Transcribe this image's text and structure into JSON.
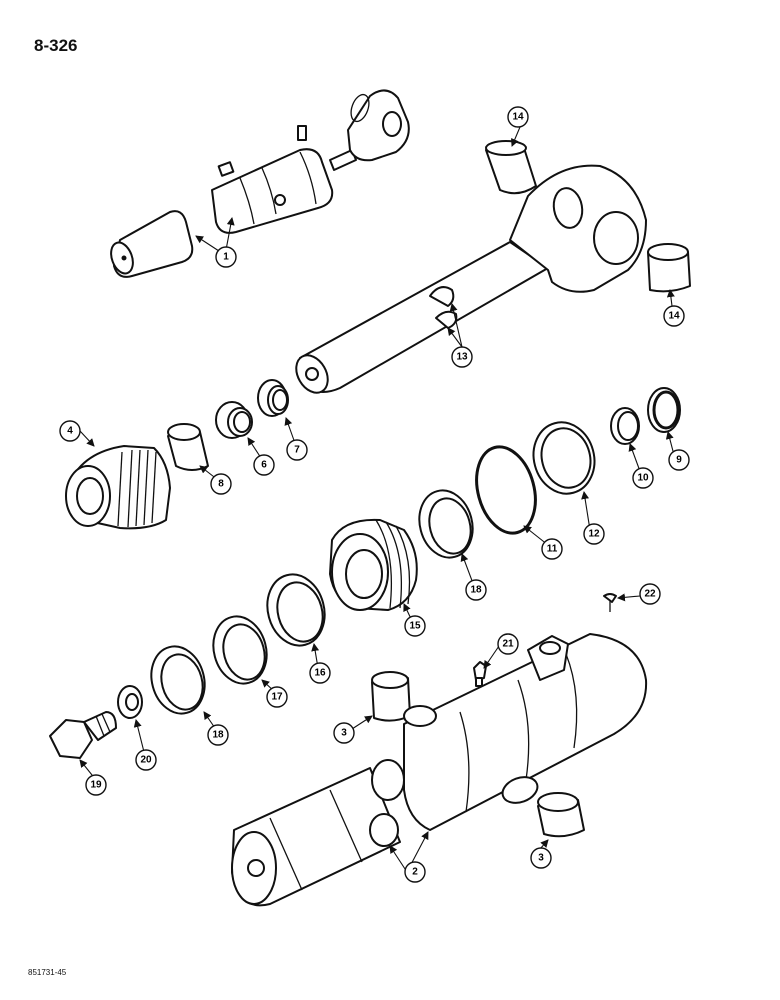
{
  "page": {
    "page_number": "8-326",
    "figure_code": "851731-45"
  },
  "callouts": [
    "1",
    "2",
    "3",
    "3",
    "4",
    "6",
    "7",
    "8",
    "9",
    "10",
    "11",
    "12",
    "13",
    "14",
    "14",
    "15",
    "16",
    "17",
    "18",
    "18",
    "19",
    "20",
    "21",
    "22"
  ],
  "colors": {
    "line": "#111111",
    "background": "#ffffff"
  }
}
